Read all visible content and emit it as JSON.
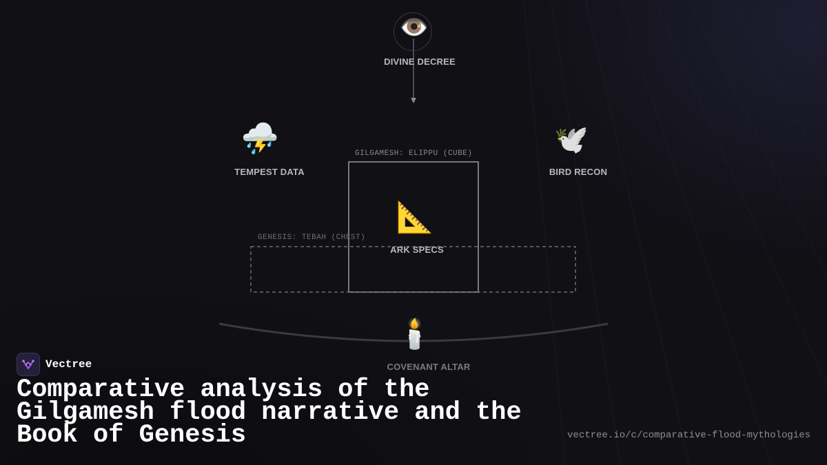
{
  "diagram": {
    "nodes": [
      {
        "id": "divine",
        "icon": "eye-icon",
        "glyph": "👁️",
        "label": "DIVINE DECREE"
      },
      {
        "id": "tempest",
        "icon": "storm-cloud-icon",
        "glyph": "⛈️",
        "label": "TEMPEST DATA"
      },
      {
        "id": "bird",
        "icon": "dove-icon",
        "glyph": "🕊️",
        "label": "BIRD RECON"
      },
      {
        "id": "ark",
        "icon": "triangular-ruler-icon",
        "glyph": "📐",
        "label": "ARK SPECS"
      },
      {
        "id": "altar",
        "icon": "candle-icon",
        "glyph": "🕯️",
        "label": "COVENANT ALTAR"
      }
    ],
    "annotations": {
      "gilgamesh": "GILGAMESH: ELIPPU (CUBE)",
      "genesis": "GENESIS: TEBAH (CHEST)"
    },
    "edges": [
      {
        "from": "divine",
        "to": "ark",
        "style": "arrow"
      }
    ]
  },
  "brand": {
    "name": "Vectree",
    "logo_icon": "vectree-logo-icon",
    "logo_color": "#a855f7"
  },
  "title": "Comparative analysis of the Gilgamesh flood narrative and the Book of Genesis",
  "url": "vectree.io/c/comparative-flood-mythologies",
  "colors": {
    "background": "#111015",
    "label": "#b8b8c0",
    "muted": "#8a8a92",
    "line": "#8a8a92"
  }
}
